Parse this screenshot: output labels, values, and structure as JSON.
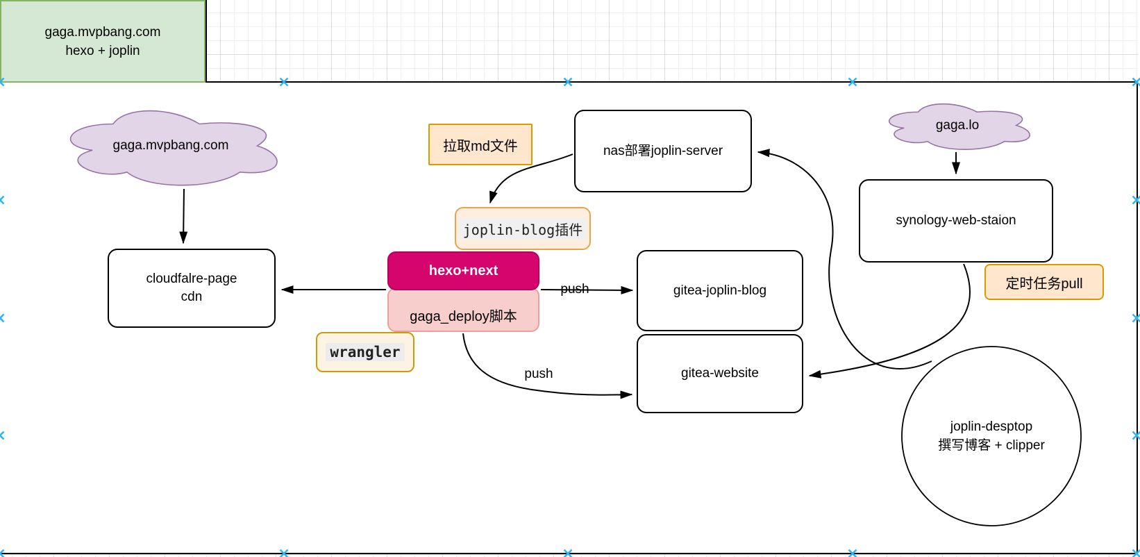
{
  "legend_box": {
    "line1": "gaga.mvpbang.com",
    "line2": "hexo + joplin"
  },
  "clouds": {
    "public": {
      "label": "gaga.mvpbang.com"
    },
    "local": {
      "label": "gaga.lo"
    }
  },
  "nodes": {
    "cdn": {
      "line1": "cloudfalre-page",
      "line2": "cdn"
    },
    "nas": {
      "label": "nas部署joplin-server"
    },
    "hexo": {
      "label": "hexo+next"
    },
    "deploy": {
      "label": "gaga_deploy脚本"
    },
    "gitea_blog": {
      "label": "gitea-joplin-blog"
    },
    "gitea_website": {
      "label": "gitea-website"
    },
    "synology": {
      "label": "synology-web-staion"
    },
    "joplin_desktop": {
      "line1": "joplin-desptop",
      "line2": "撰写博客 + clipper"
    }
  },
  "labels": {
    "pull_md": "拉取md文件",
    "joplin_blog_plugin": "joplin-blog插件",
    "wrangler": "wrangler",
    "cron_pull": "定时任务pull",
    "push_top": "push",
    "push_bottom": "push"
  },
  "colors": {
    "green_fill": "#d5e8d4",
    "green_border": "#82b366",
    "purple_fill": "#e1d5e7",
    "purple_border": "#9673a6",
    "orange_fill": "#ffe6cc",
    "orange_border": "#d79b00",
    "magenta_fill": "#d6056e",
    "magenta_border": "#b5005d",
    "pink_fill": "#f8cecc",
    "pink_border": "#e8a09a",
    "selection_handle": "#2fb4f2"
  }
}
